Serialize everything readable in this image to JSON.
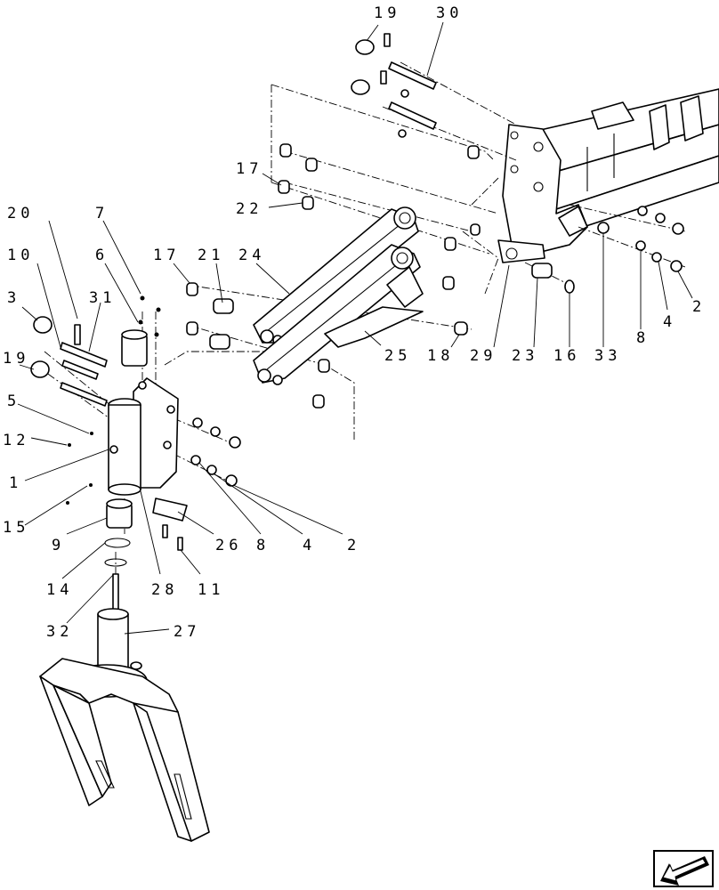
{
  "diagram": {
    "callouts": {
      "c19a": "19",
      "c30": "30",
      "c17a": "17",
      "c22": "22",
      "c20": "20",
      "c7": "7",
      "c10": "10",
      "c6": "6",
      "c31": "31",
      "c17b": "17",
      "c21": "21",
      "c24": "24",
      "c3": "3",
      "c19b": "19",
      "c5": "5",
      "c12": "12",
      "c1": "1",
      "c15": "15",
      "c25": "25",
      "c18": "18",
      "c29": "29",
      "c23": "23",
      "c16": "16",
      "c33": "33",
      "c8a": "8",
      "c4a": "4",
      "c2a": "2",
      "c8b": "8",
      "c4b": "4",
      "c2b": "2",
      "c26": "26",
      "c9": "9",
      "c14": "14",
      "c28": "28",
      "c11": "11",
      "c32": "32",
      "c27": "27"
    },
    "nav_icon": "previous-page-arrow-icon"
  }
}
